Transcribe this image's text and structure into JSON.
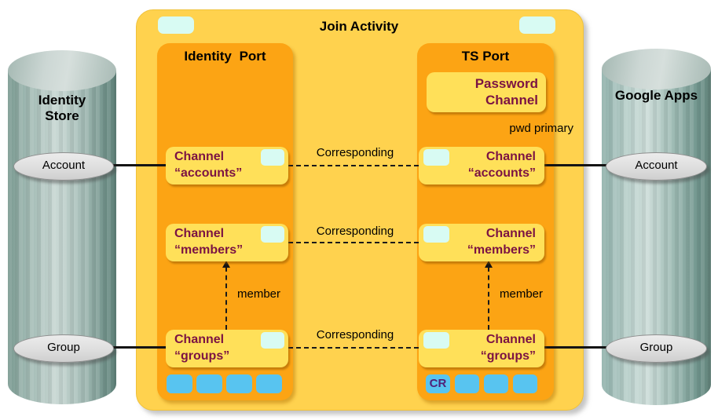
{
  "title": "Join Activity",
  "stores": {
    "left": {
      "name": "Identity Store",
      "account": "Account",
      "group": "Group"
    },
    "right": {
      "name": "Google Apps",
      "account": "Account",
      "group": "Group"
    }
  },
  "identity_port": {
    "title": "Identity Port",
    "accounts": {
      "line1": "Channel",
      "line2": "“accounts”"
    },
    "members": {
      "line1": "Channel",
      "line2": "“members”"
    },
    "groups": {
      "line1": "Channel",
      "line2": "“groups”"
    }
  },
  "ts_port": {
    "title": "TS Port",
    "password": {
      "line1": "Password",
      "line2": "Channel"
    },
    "pwd_primary": "pwd primary",
    "cr": "CR",
    "accounts": {
      "line1": "Channel",
      "line2": "“accounts”"
    },
    "members": {
      "line1": "Channel",
      "line2": "“members”"
    },
    "groups": {
      "line1": "Channel",
      "line2": "“groups”"
    }
  },
  "labels": {
    "corresponding": "Corresponding",
    "member": "member"
  },
  "colors": {
    "container_yellow": "#FFD24E",
    "port_orange": "#FCA414",
    "channel_box_yellow": "#FFE059",
    "chip_cyan": "#D8FBF3",
    "status_square_blue": "#58C4F0",
    "channel_text_maroon": "#7B1343",
    "cr_text_purple": "#512178",
    "cylinder_teal": "#9DB8B2"
  }
}
